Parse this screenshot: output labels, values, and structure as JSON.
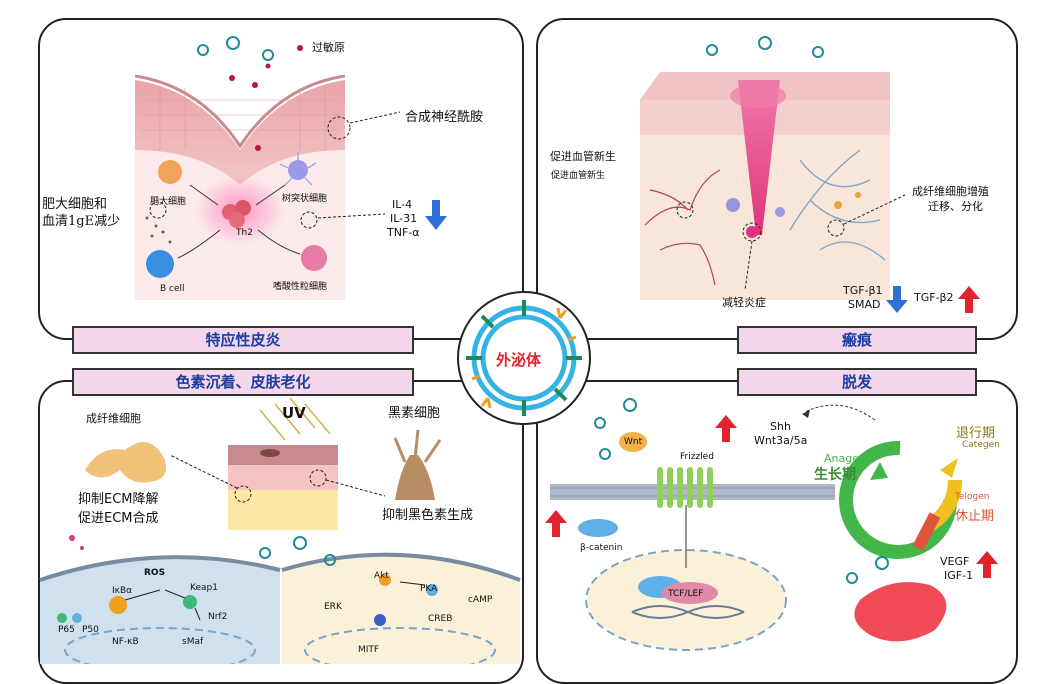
{
  "center": {
    "title": "外泌体"
  },
  "colors": {
    "banner_bg": "#f5d7ec",
    "banner_text": "#1a3fa0",
    "up_arrow": "#e0232f",
    "down_arrow": "#2f6fd6",
    "center_text": "#e0232f"
  },
  "top_left": {
    "banner": "特应性皮炎",
    "allergen": "过敏原",
    "ceramide": "合成神经酰胺",
    "mast_cell": "肥大细胞",
    "dendritic_cell": "树突状细胞",
    "th2": "Th2",
    "b_cell": "B cell",
    "eosinophil": "嗜酸性粒细胞",
    "mast_reduce_line1": "肥大细胞和",
    "mast_reduce_line2": "血清1gE减少",
    "cytokines": [
      "IL-4",
      "IL-31",
      "TNF-α"
    ]
  },
  "top_right": {
    "banner": "瘢痕",
    "angio_line1": "促进血管新生",
    "angio_line2": "促进血管新生",
    "fibro_line1": "成纤维细胞增殖",
    "fibro_line2": "迁移、分化",
    "inflammation": "减轻炎症",
    "tgf_b1": "TGF-β1",
    "smad": "SMAD",
    "tgf_b2": "TGF-β2"
  },
  "bottom_left": {
    "banner": "色素沉着、皮肤老化",
    "fibroblast": "成纤维细胞",
    "uv": "UV",
    "melanocyte": "黑素细胞",
    "ecm_line1": "抑制ECM降解",
    "ecm_line2": "促进ECM合成",
    "melanin": "抑制黑色素生成",
    "ros": "ROS",
    "keap1": "Keap1",
    "nrf2": "Nrf2",
    "ikbz": "IκBα",
    "p65": "P65",
    "p50": "P50",
    "nfkb": "NF-κB",
    "sbbd": "sMaf",
    "akt": "Akt",
    "pka": "PKA",
    "erk": "ERK",
    "creb": "CREB",
    "camp": "cAMP",
    "mitf": "MITF"
  },
  "bottom_right": {
    "banner": "脱发",
    "wnt": "Wnt",
    "frizzled": "Frizzled",
    "beta_catenin": "β-catenin",
    "tcf_lef": "TCF/LEF",
    "shh": "Shh",
    "wnt3a5a": "Wnt3a/5a",
    "anagen_en": "Anagen",
    "anagen_cn": "生长期",
    "catagen_cn": "退行期",
    "catagen_en": "Categen",
    "telogen_en": "Telogen",
    "telogen_cn": "休止期",
    "vegf": "VEGF",
    "igf1": "IGF-1"
  }
}
